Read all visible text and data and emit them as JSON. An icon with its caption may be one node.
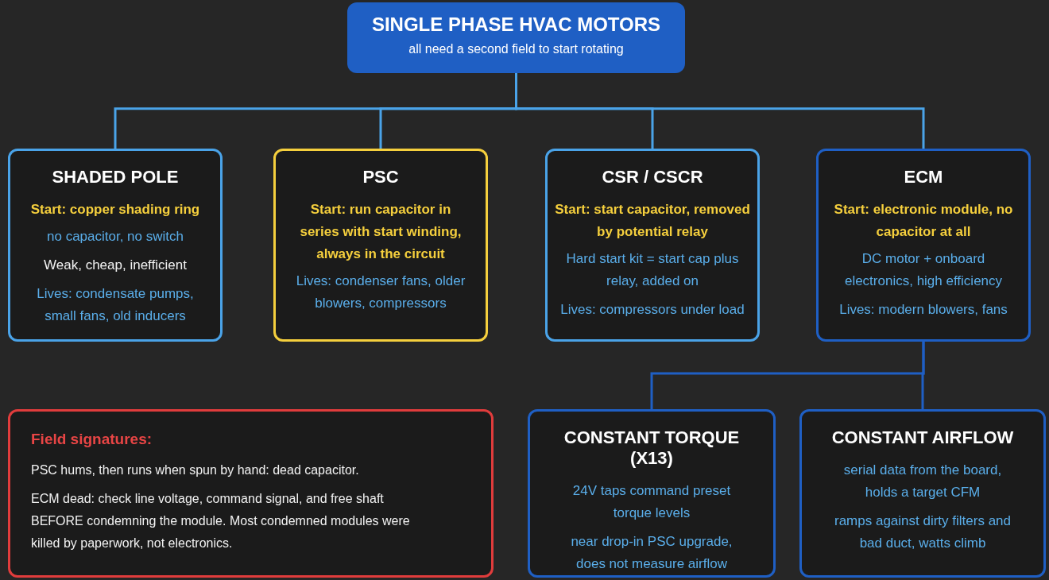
{
  "diagram": {
    "nodes": [
      {
        "text": [
          "SINGLE PHASE HVAC MOTORS",
          "all need a second field to start rotating"
        ]
      },
      {
        "text": [
          "SHADED POLE",
          "Start: copper shading ring",
          "no capacitor, no switch",
          "Weak, cheap, inefficient",
          "Lives: condensate pumps, small fans, old inducers"
        ]
      },
      {
        "text": [
          "PSC",
          "Start: run capacitor in series with start winding, always in the circuit",
          "Lives: condenser fans, older blowers, compressors"
        ]
      },
      {
        "text": [
          "CSR / CSCR",
          "Start: start capacitor, removed by potential relay",
          "Hard start kit = start cap plus relay, added on",
          "Lives: compressors under load"
        ]
      },
      {
        "text": [
          "ECM",
          "Start: electronic module, no capacitor at all",
          "DC motor + onboard electronics, high efficiency",
          "Lives: modern blowers, fans"
        ]
      },
      {
        "text": [
          "Field signatures:",
          "PSC hums, then runs when spun by hand: dead capacitor.",
          "ECM dead: check line voltage, command signal, and free shaft BEFORE condemning the module. Most condemned modules were killed by paperwork, not electronics."
        ]
      },
      {
        "text": [
          "CONSTANT TORQUE (X13)",
          "24V taps command preset torque levels",
          "near drop-in PSC upgrade, does not measure airflow"
        ]
      },
      {
        "text": [
          "CONSTANT AIRFLOW",
          "serial data from the board, holds a target CFM",
          "ramps against dirty filters and bad duct, watts climb"
        ]
      }
    ],
    "edges": [
      {
        "from": 0,
        "to": 1,
        "arrow": "none"
      },
      {
        "from": 0,
        "to": 2,
        "arrow": "none"
      },
      {
        "from": 0,
        "to": 3,
        "arrow": "none"
      },
      {
        "from": 0,
        "to": 4,
        "arrow": "none"
      },
      {
        "from": 4,
        "to": 6,
        "arrow": "none",
        "color": "#1f5fc4"
      },
      {
        "from": 4,
        "to": 7,
        "arrow": "none",
        "color": "#1f5fc4"
      }
    ]
  }
}
